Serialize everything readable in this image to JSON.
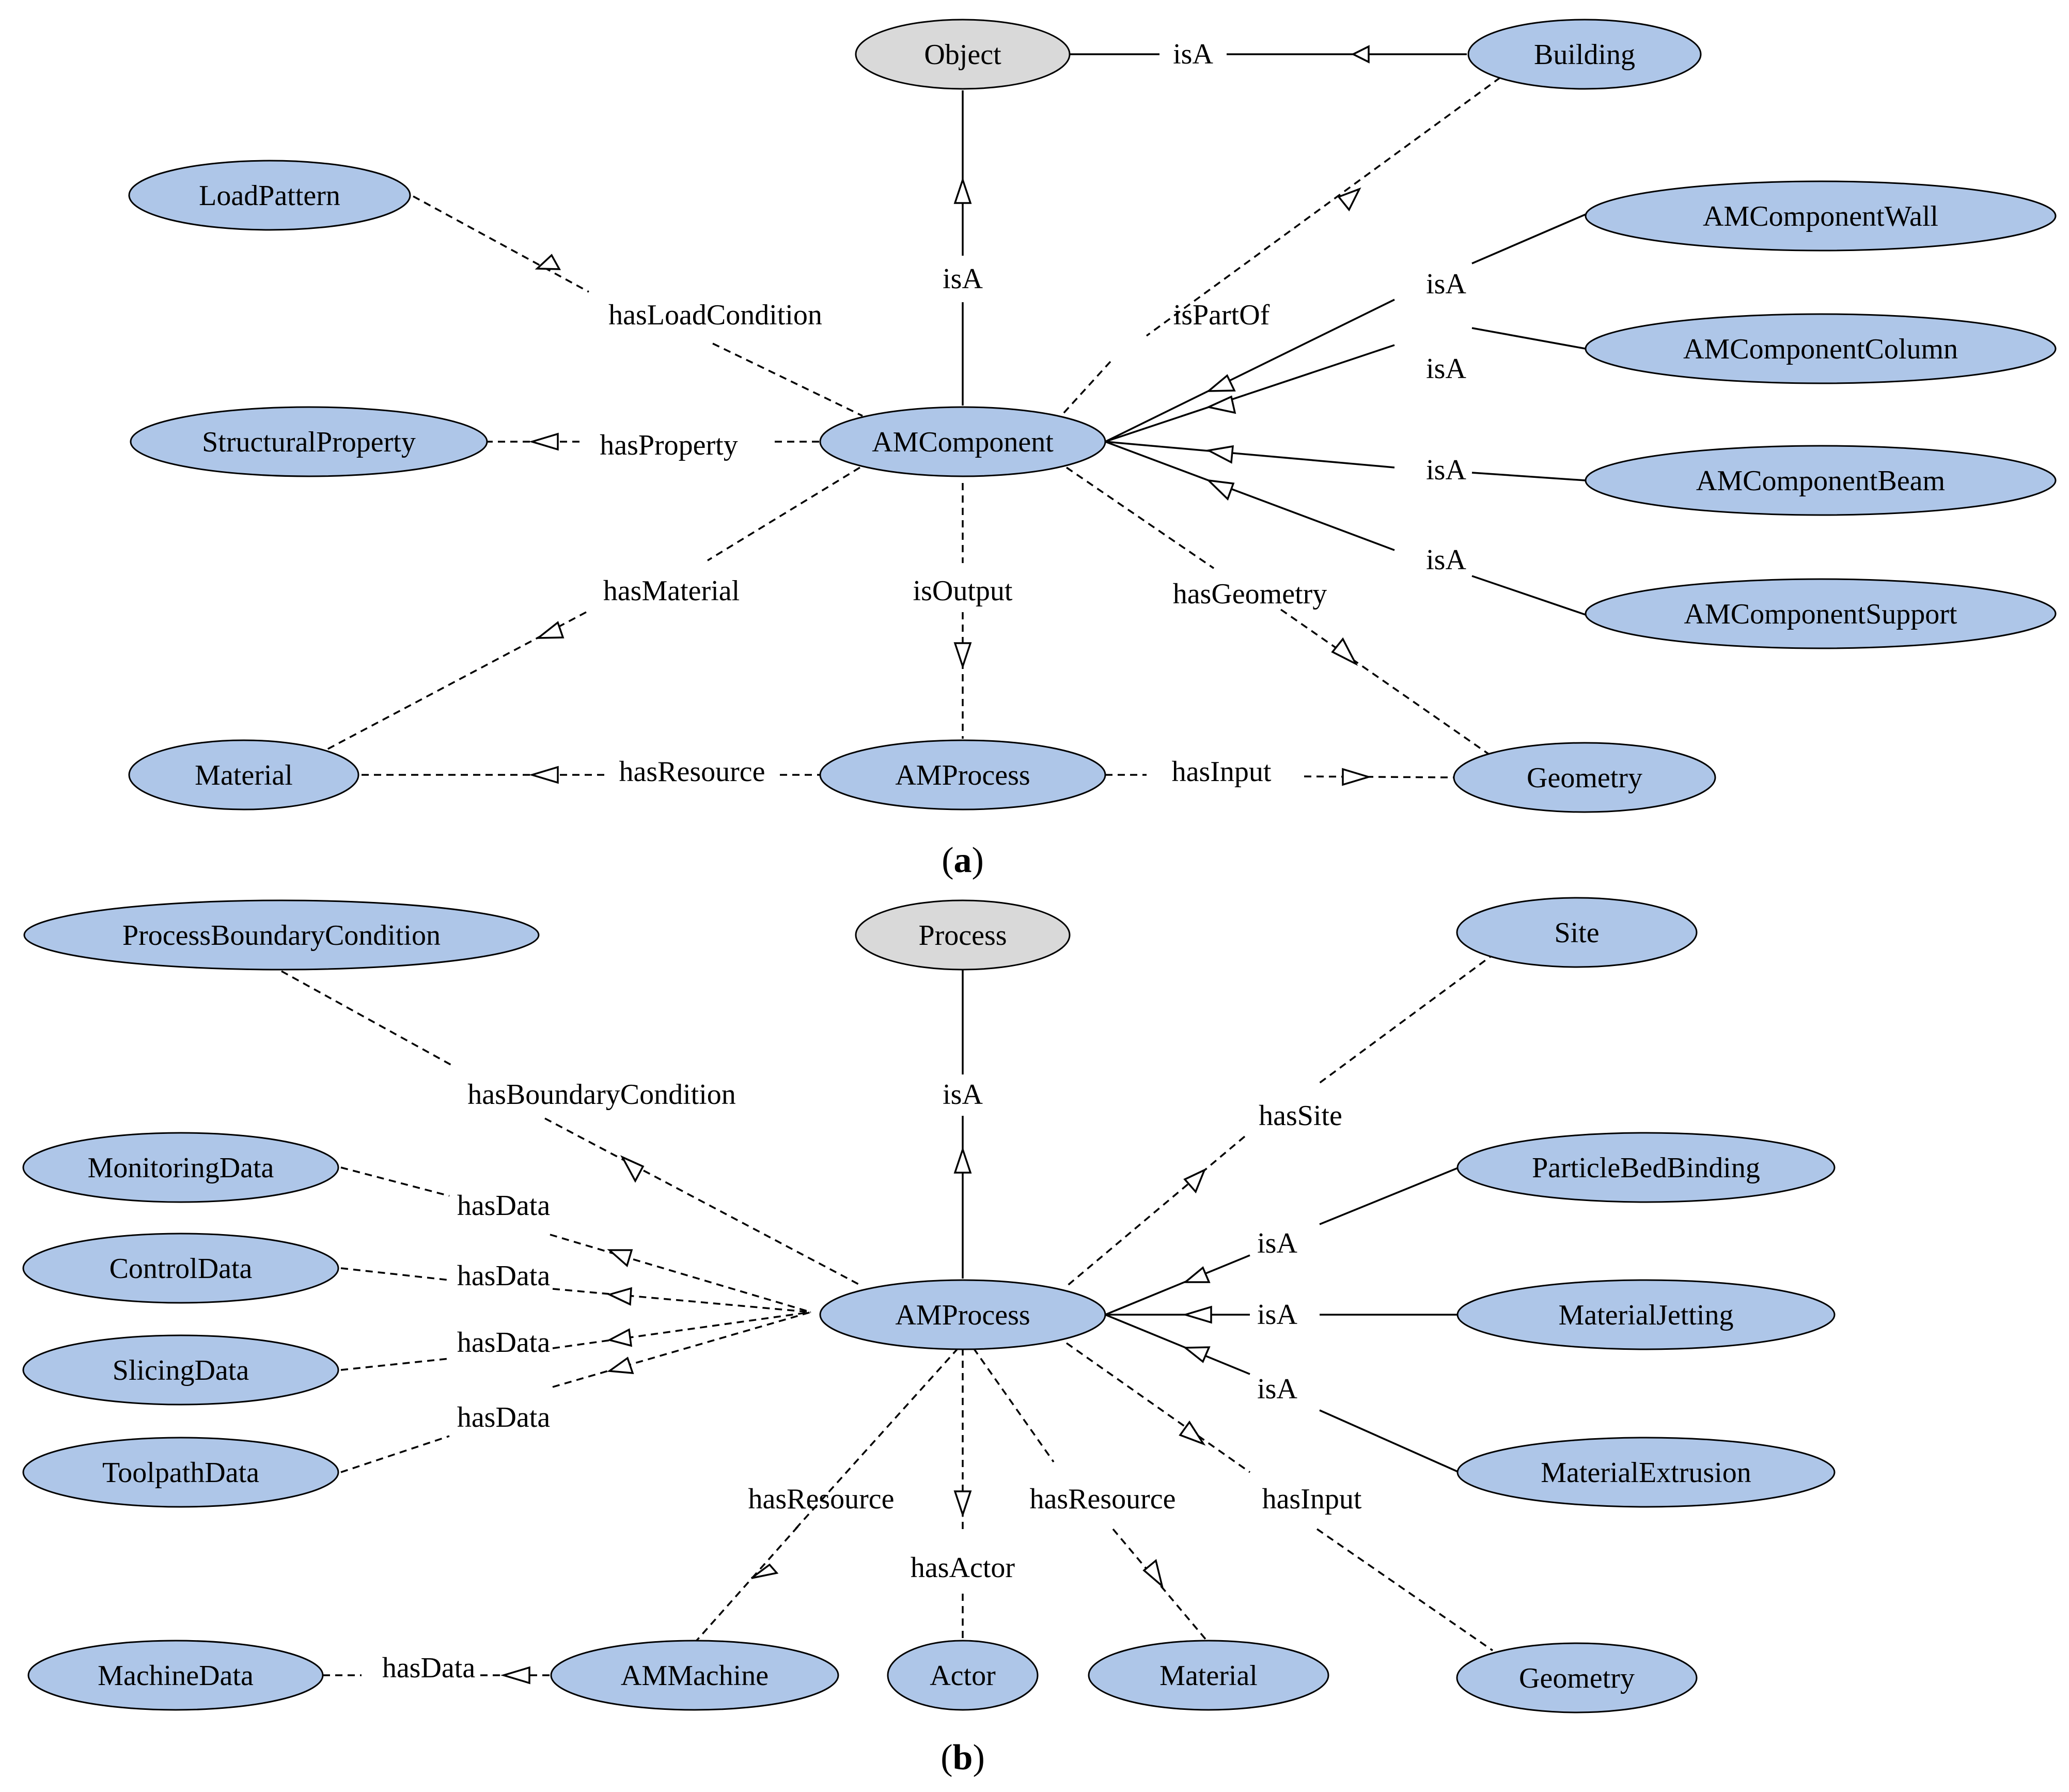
{
  "diagram_a": {
    "caption_open": "(",
    "caption_letter": "a",
    "caption_close": ")",
    "nodes": {
      "object": "Object",
      "building": "Building",
      "loadpattern": "LoadPattern",
      "structuralproperty": "StructuralProperty",
      "material": "Material",
      "amcomponent": "AMComponent",
      "amprocess": "AMProcess",
      "geometry": "Geometry",
      "wall": "AMComponentWall",
      "column": "AMComponentColumn",
      "beam": "AMComponentBeam",
      "support": "AMComponentSupport"
    },
    "edges": {
      "object_isa": "isA",
      "building_isa": "isA",
      "ispartof": "isPartOf",
      "hasloadcondition": "hasLoadCondition",
      "hasproperty": "hasProperty",
      "hasmaterial": "hasMaterial",
      "isoutput": "isOutput",
      "hasgeometry": "hasGeometry",
      "hasresource": "hasResource",
      "hasinput": "hasInput",
      "wall_isa": "isA",
      "column_isa": "isA",
      "beam_isa": "isA",
      "support_isa": "isA"
    }
  },
  "diagram_b": {
    "caption_open": "(",
    "caption_letter": "b",
    "caption_close": ")",
    "nodes": {
      "process": "Process",
      "site": "Site",
      "pbc": "ProcessBoundaryCondition",
      "monitoring": "MonitoringData",
      "control": "ControlData",
      "slicing": "SlicingData",
      "toolpath": "ToolpathData",
      "amprocess": "AMProcess",
      "particlebed": "ParticleBedBinding",
      "jetting": "MaterialJetting",
      "extrusion": "MaterialExtrusion",
      "machinedata": "MachineData",
      "ammachine": "AMMachine",
      "actor": "Actor",
      "material": "Material",
      "geometry": "Geometry"
    },
    "edges": {
      "process_isa": "isA",
      "hassite": "hasSite",
      "hasboundarycondition": "hasBoundaryCondition",
      "hasdata_monitoring": "hasData",
      "hasdata_control": "hasData",
      "hasdata_slicing": "hasData",
      "hasdata_toolpath": "hasData",
      "particlebed_isa": "isA",
      "jetting_isa": "isA",
      "extrusion_isa": "isA",
      "hasresource_machine": "hasResource",
      "hasactor": "hasActor",
      "hasresource_material": "hasResource",
      "hasinput": "hasInput",
      "hasdata_machine": "hasData"
    }
  },
  "colors": {
    "node_fill": "#aec6e8",
    "root_fill": "#d9d9d9",
    "stroke": "#000000"
  }
}
